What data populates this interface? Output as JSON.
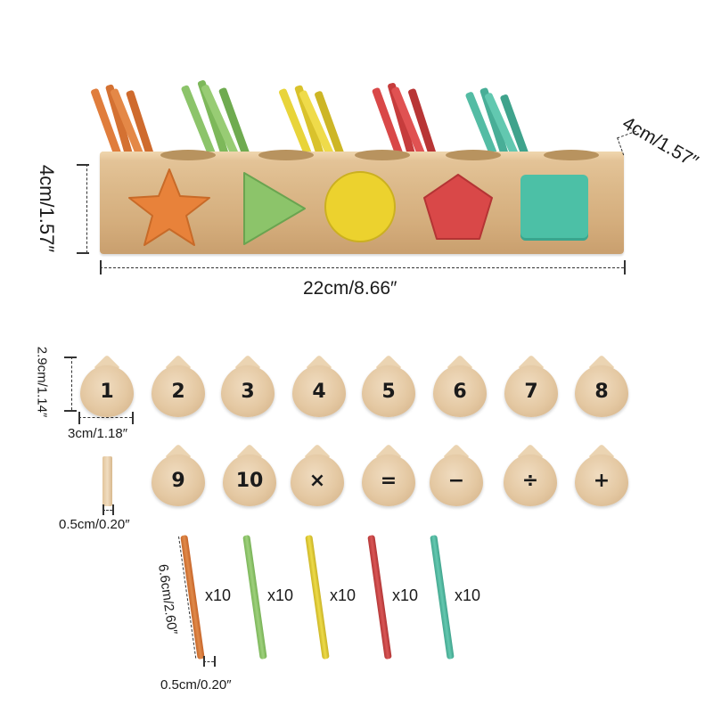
{
  "dimensions": {
    "block_height": "4cm/1.57″",
    "block_length": "22cm/8.66″",
    "block_hole": "4cm/1.57″",
    "tile_height": "2.9cm/1.14″",
    "tile_width": "3cm/1.18″",
    "tile_thickness": "0.5cm/0.20″",
    "stick_length": "6.6cm/2.60″",
    "stick_width": "0.5cm/0.20″"
  },
  "shapes": [
    {
      "name": "star",
      "color": "#e8823a"
    },
    {
      "name": "triangle",
      "color": "#8cc46a"
    },
    {
      "name": "circle",
      "color": "#ecd22e"
    },
    {
      "name": "pentagon",
      "color": "#d94848"
    },
    {
      "name": "square",
      "color": "#4cc0a6"
    }
  ],
  "tiles_row1": [
    "1",
    "2",
    "3",
    "4",
    "5",
    "6",
    "7",
    "8"
  ],
  "tiles_row2": [
    "9",
    "10",
    "×",
    "=",
    "−",
    "÷",
    "+"
  ],
  "sticks": [
    {
      "color": "#d9793c",
      "count": "x10"
    },
    {
      "color": "#90c66a",
      "count": "x10"
    },
    {
      "color": "#e1cc35",
      "count": "x10"
    },
    {
      "color": "#c94545",
      "count": "x10"
    },
    {
      "color": "#54bca4",
      "count": "x10"
    }
  ]
}
